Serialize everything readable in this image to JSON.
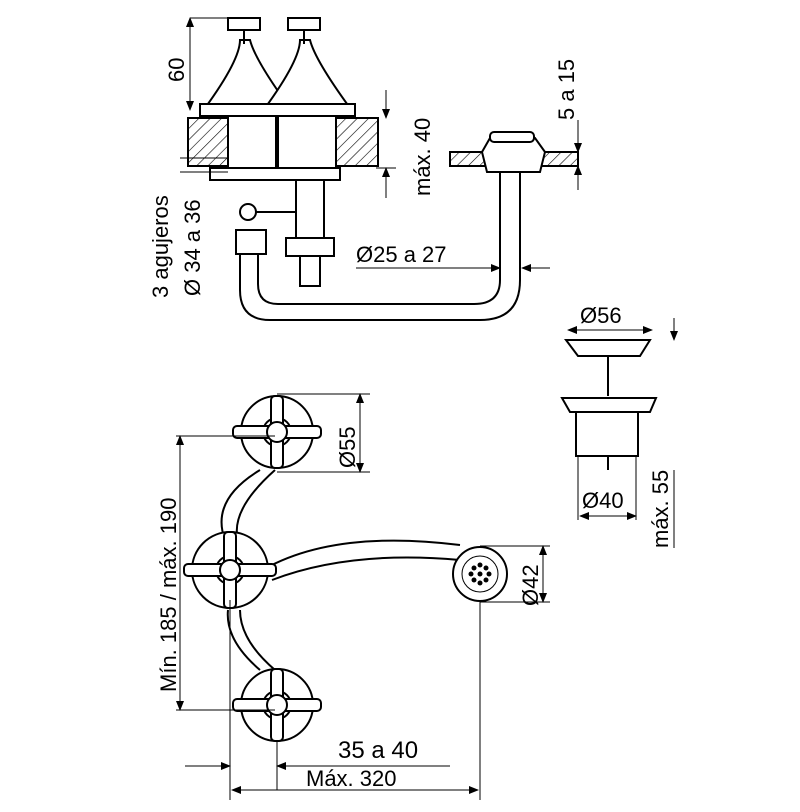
{
  "labels": {
    "handle_height": "60",
    "deck_thickness_max": "máx. 40",
    "drain_deck_range": "5 a 15",
    "holes_count": "3 agujeros",
    "holes_diameter": "Ø 34 a 36",
    "drain_hole_diameter": "Ø25 a 27",
    "drain_top_diameter": "Ø56",
    "drain_height_max": "máx. 55",
    "drain_body_diameter": "Ø40",
    "handle_diameter": "Ø55",
    "handle_spacing": "Mín. 185 / máx. 190",
    "drain_plan_diameter": "Ø42",
    "offset": "35 a 40",
    "total_width_max": "Máx. 320"
  },
  "colors": {
    "line": "#000000",
    "background": "#ffffff"
  }
}
